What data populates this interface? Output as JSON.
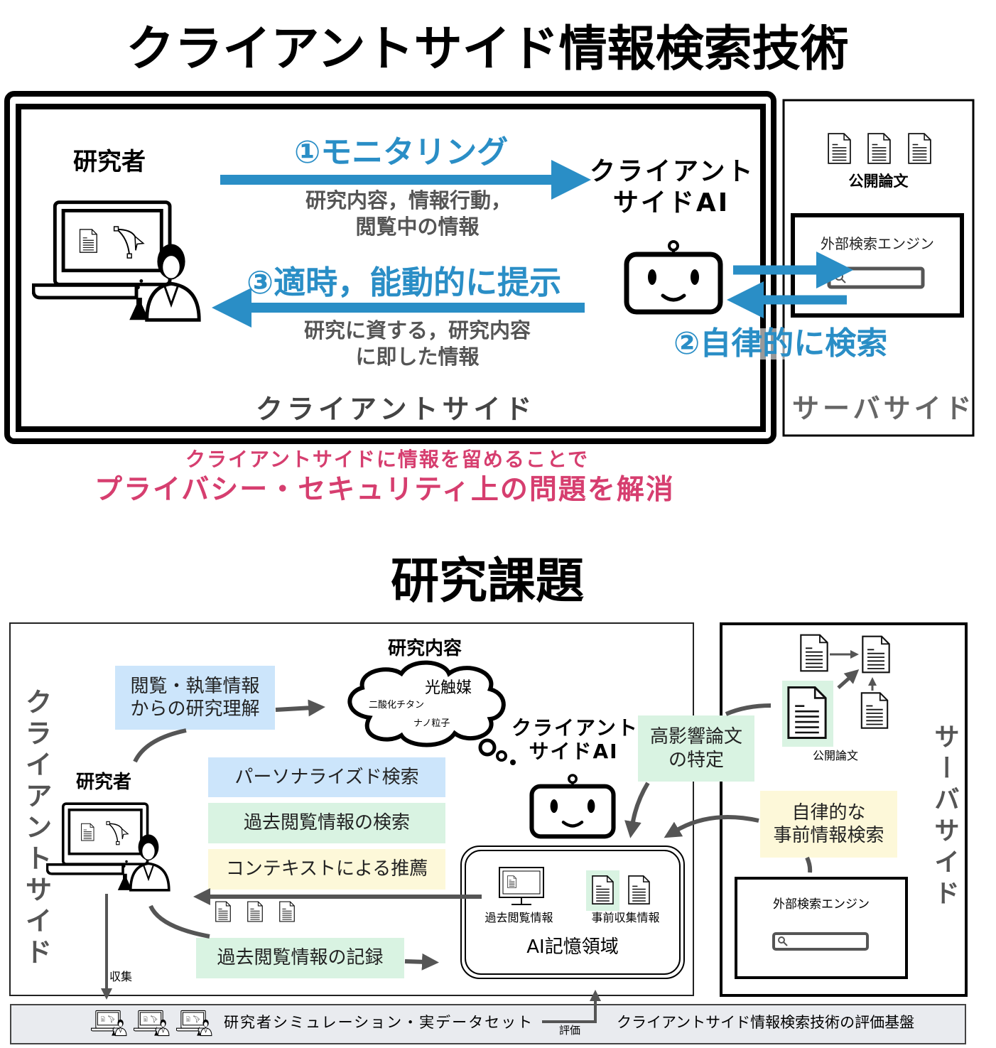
{
  "colors": {
    "accent_blue": "#2a8ec6",
    "accent_pink": "#d63e6f",
    "box_blue": "#cce5fb",
    "box_green": "#d9f3e2",
    "box_yellow": "#fdf8d9",
    "bar_gray": "#e9ebef",
    "arrow_gray": "#555555"
  },
  "section1": {
    "title": "クライアントサイド情報検索技術",
    "researcher_label": "研究者",
    "step1_label": "①モニタリング",
    "step1_detail_line1": "研究内容，情報行動，",
    "step1_detail_line2": "閲覧中の情報",
    "step3_label": "③適時，能動的に提示",
    "step3_detail_line1": "研究に資する，研究内容",
    "step3_detail_line2": "に即した情報",
    "client_ai_line1": "クライアント",
    "client_ai_line2": "サイドAI",
    "step2_label": "②自律的に検索",
    "public_papers_label": "公開論文",
    "search_engine_label": "外部検索エンジン",
    "client_side_label": "クライアントサイド",
    "server_side_label": "サーバサイド",
    "privacy_line1": "クライアントサイドに情報を留めることで",
    "privacy_line2": "プライバシー・セキュリティ上の問題を解消"
  },
  "section2": {
    "title": "研究課題",
    "client_side_label": "クライアントサイド",
    "server_side_label": "サーバサイド",
    "research_content_label": "研究内容",
    "cloud_words": [
      "光触媒",
      "二酸化チタン",
      "ナノ粒子"
    ],
    "understanding_box": [
      "閲覧・執筆情報",
      "からの研究理解"
    ],
    "client_ai_line1": "クライアント",
    "client_ai_line2": "サイドAI",
    "researcher_label": "研究者",
    "tasks": [
      "パーソナライズド検索",
      "過去閲覧情報の検索",
      "コンテキストによる推薦"
    ],
    "record_box": "過去閲覧情報の記録",
    "memory": {
      "title": "AI記憶領域",
      "past_browsing": "過去閲覧情報",
      "pre_collected": "事前収集情報"
    },
    "high_impact_box": [
      "高影響論文",
      "の特定"
    ],
    "autonomous_box": [
      "自律的な",
      "事前情報検索"
    ],
    "public_papers_label": "公開論文",
    "search_engine_label": "外部検索エンジン",
    "collect_label": "収集",
    "evaluate_label": "評価",
    "dataset_label": "研究者シミュレーション・実データセット",
    "platform_label": "クライアントサイド情報検索技術の評価基盤"
  }
}
